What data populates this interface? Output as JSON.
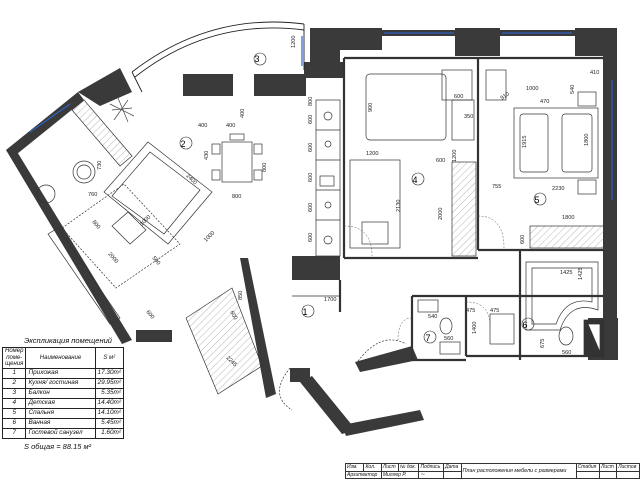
{
  "rooms": [
    {
      "id": "1",
      "name": "Прихожая",
      "area": "17.30",
      "unit": "m²"
    },
    {
      "id": "2",
      "name": "Кухня/ гостиная",
      "area": "29.95",
      "unit": "m²"
    },
    {
      "id": "3",
      "name": "Балкон",
      "area": "5.35",
      "unit": "m²"
    },
    {
      "id": "4",
      "name": "Детская",
      "area": "14.40",
      "unit": "m²"
    },
    {
      "id": "5",
      "name": "Спальня",
      "area": "14.10",
      "unit": "m²"
    },
    {
      "id": "6",
      "name": "Ванная",
      "area": "5.45",
      "unit": "m²"
    },
    {
      "id": "7",
      "name": "Гостевой санузел",
      "area": "1.60",
      "unit": "m²"
    }
  ],
  "legend": {
    "title": "Экспликация помещений",
    "col_number": "Номер поме- щения",
    "col_name": "Наименование",
    "col_area": "S м²",
    "total": "S общая = 88.15 м²"
  },
  "dimensions": {
    "balcony_depth": "1200",
    "balcony_piers": [
      "400",
      "400",
      "400"
    ],
    "table_top": "430",
    "table_side": "800",
    "table_side2": "800",
    "sofa_len": "2400",
    "sofa_depth": "1000",
    "armchair_w": "730",
    "armchair_h": "760",
    "tv_unit": "800",
    "rug": "2000",
    "rug_h": "1000",
    "coffee": "500",
    "chair": "600",
    "kitchen_run": [
      "600",
      "600",
      "600",
      "600",
      "600"
    ],
    "kitchen_end": "800",
    "hall_width": "1700",
    "hall_cab": "850",
    "hall_cab2": "600",
    "hall_diag": "2245",
    "nursery_bed": "1200",
    "nursery_bed_h": "900",
    "nursery_desk": "600",
    "nursery_side": "350",
    "nursery_shelf": "600",
    "nursery_depth": "2130",
    "nursery_wardrobe": "2000",
    "nursery_dressing": "1200",
    "bed_w": "1800",
    "bed_len": "1915",
    "bed_front": "2230",
    "bed_side": "755",
    "bed_night": "1000",
    "bed_night2": "410",
    "bed_night3": "540",
    "bed_wardrobe": "1800",
    "bed_wardrobe_d": "600",
    "bed_door": "910",
    "bath_tub": "1425",
    "bath_tub2": "1425",
    "bath_w": "1400",
    "bath_sink": "560",
    "bath_sink2": "475",
    "bath_side": "675",
    "wc_w": "540",
    "wc_d": "560",
    "wc_door": "475",
    "bed_top": "1000",
    "bed_top2": "470"
  },
  "stamp": {
    "headers": [
      "Изм.",
      "Кол.",
      "Лист",
      "№ док.",
      "Подпись",
      "Дата"
    ],
    "role": "Архитектор",
    "author": "Миллер Р.",
    "doc_title": "План расположения мебели с размерами",
    "stage": "Стадия",
    "sheet": "Лист",
    "sheets": "Листов"
  }
}
